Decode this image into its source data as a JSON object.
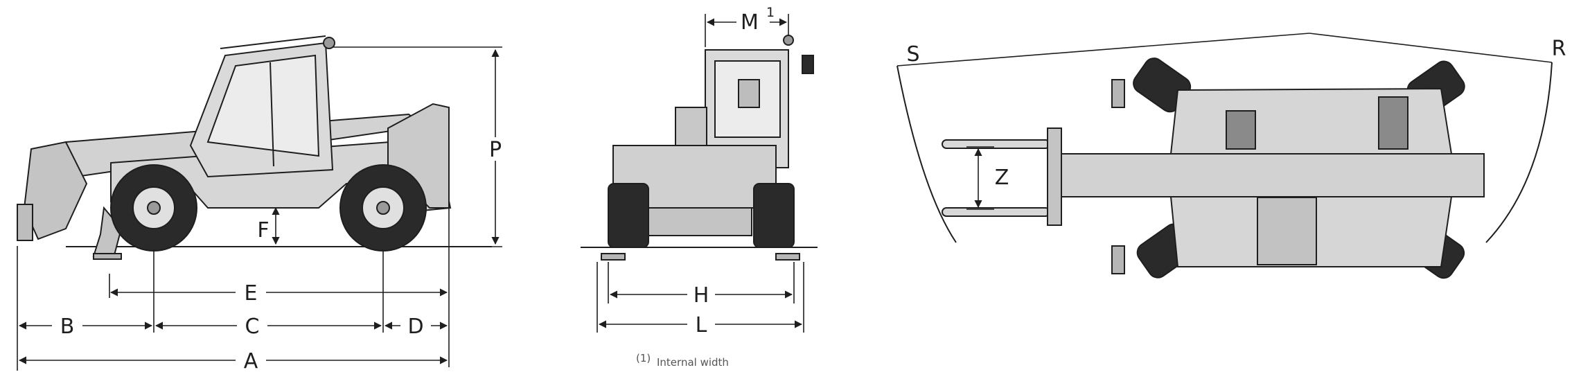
{
  "dimension_labels": {
    "A": "A",
    "B": "B",
    "C": "C",
    "D": "D",
    "E": "E",
    "F": "F",
    "P": "P",
    "H": "H",
    "L": "L",
    "M": "M",
    "M_superscript": "1",
    "S": "S",
    "R": "R",
    "Z": "Z"
  },
  "footnote": {
    "marker": "(1)",
    "text": "Internal width"
  },
  "colors": {
    "line": "#1e1e1e",
    "body_fill": "#cfcfcf",
    "tyre_fill": "#2a2a2a",
    "accent_fill": "#8a8a8a"
  }
}
